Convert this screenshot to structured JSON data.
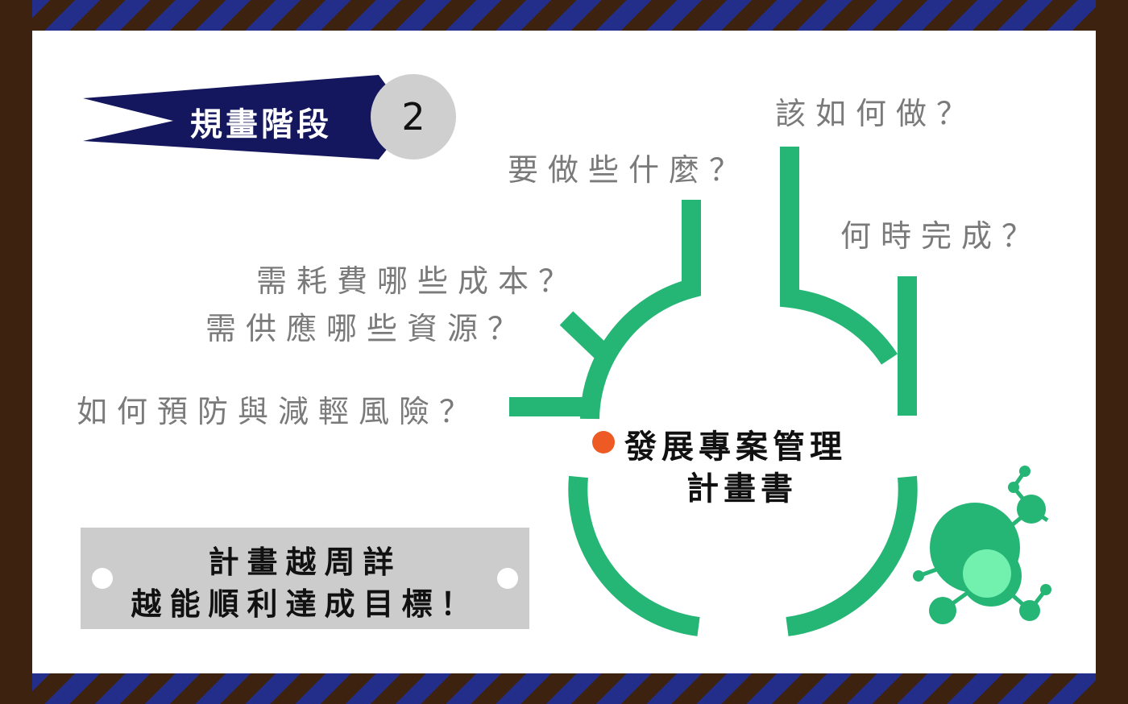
{
  "stage": {
    "label": "規畫階段",
    "number": "2"
  },
  "questions": {
    "what": "要做些什麼？",
    "how": "該如何做？",
    "when": "何時完成？",
    "cost": "需耗費哪些成本？",
    "resources": "需供應哪些資源？",
    "risk": "如何預防與減輕風險？"
  },
  "center": {
    "title": "發展專案管理",
    "subtitle": "計畫書"
  },
  "plate": {
    "line1": "計畫越周詳",
    "line2": "越能順利達成目標！"
  },
  "icons": {
    "molecule": "molecule-icon",
    "dot": "orange-dot"
  },
  "colors": {
    "green": "#25b575",
    "navy": "#15175e",
    "orange": "#ee5a24",
    "frame": "#3d2210",
    "stripe": "#232d8a"
  }
}
